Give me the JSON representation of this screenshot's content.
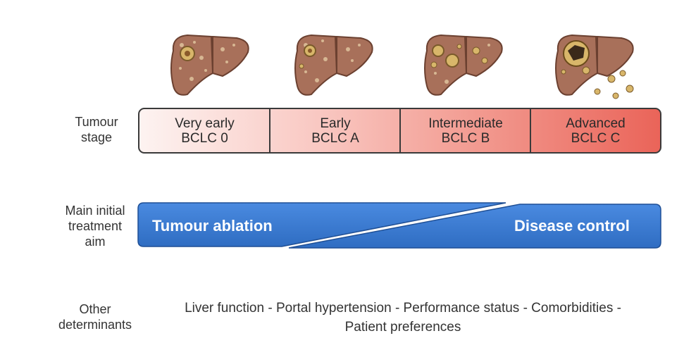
{
  "labels": {
    "tumour_stage": "Tumour stage",
    "tumour_stage_l1": "Tumour",
    "tumour_stage_l2": "stage",
    "aim_l1": "Main initial",
    "aim_l2": "treatment",
    "aim_l3": "aim",
    "other_l1": "Other",
    "other_l2": "determinants"
  },
  "stages": [
    {
      "name": "Very early",
      "code": "BCLC 0"
    },
    {
      "name": "Early",
      "code": "BCLC A"
    },
    {
      "name": "Intermediate",
      "code": "BCLC B"
    },
    {
      "name": "Advanced",
      "code": "BCLC C"
    }
  ],
  "aims": {
    "left": "Tumour ablation",
    "right": "Disease control"
  },
  "determinants": {
    "line1": "Liver function - Portal hypertension - Performance status - Comorbidities -",
    "line2": "Patient preferences"
  },
  "colors": {
    "aim_blue": "#3a7bd0",
    "stage_start": "#fdf3f1",
    "stage_end": "#ea6459",
    "liver": "#a8705a"
  },
  "icons": [
    "liver-very-early-icon",
    "liver-early-icon",
    "liver-intermediate-icon",
    "liver-advanced-icon"
  ]
}
